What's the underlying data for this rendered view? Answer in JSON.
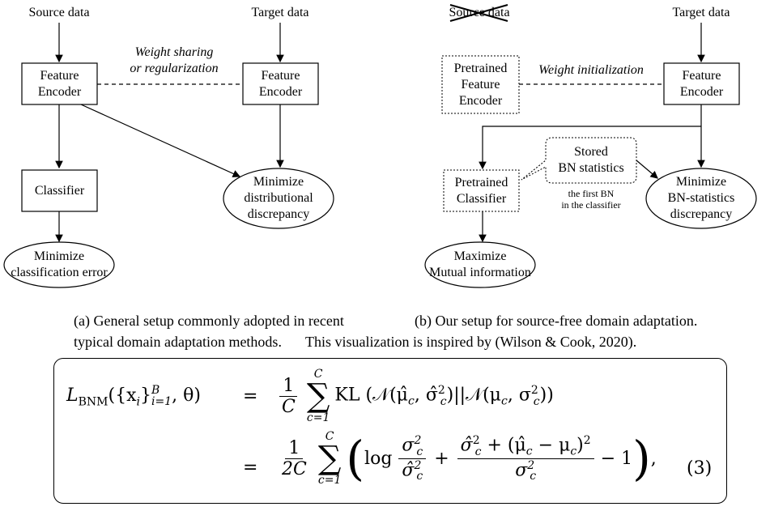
{
  "left_diagram": {
    "source_data": "Source data",
    "target_data": "Target data",
    "weight_sharing_line1": "Weight sharing",
    "weight_sharing_line2": "or regularization",
    "encoder_src_line1": "Feature",
    "encoder_src_line2": "Encoder",
    "encoder_tgt_line1": "Feature",
    "encoder_tgt_line2": "Encoder",
    "classifier": "Classifier",
    "min_disc_line1": "Minimize",
    "min_disc_line2": "distributional",
    "min_disc_line3": "discrepancy",
    "min_cls_line1": "Minimize",
    "min_cls_line2": "classification error"
  },
  "right_diagram": {
    "source_data_crossed": "Source data",
    "target_data": "Target data",
    "pre_enc_line1": "Pretrained",
    "pre_enc_line2": "Feature",
    "pre_enc_line3": "Encoder",
    "weight_init": "Weight initialization",
    "enc_line1": "Feature",
    "enc_line2": "Encoder",
    "stored_line1": "Stored",
    "stored_line2": "BN statistics",
    "first_bn_line1": "the first BN",
    "first_bn_line2": "in the classifier",
    "pre_cls_line1": "Pretrained",
    "pre_cls_line2": "Classifier",
    "min_bn_line1": "Minimize",
    "min_bn_line2": "BN-statistics",
    "min_bn_line3": "discrepancy",
    "max_mi_line1": "Maximize",
    "max_mi_line2": "Mutual information"
  },
  "captions": {
    "a_line1": "(a)  General setup commonly adopted in recent",
    "a_line2": "typical domain adaptation methods.",
    "b_line1": "(b)  Our setup for source-free domain adaptation.",
    "b_line2": "This visualization is inspired by (Wilson & Cook, 2020)."
  },
  "equation": {
    "lhs": "L",
    "lhs_sub": "BNM",
    "lhs_args": "({x",
    "lhs_args_sub": "i",
    "lhs_args_close": "}",
    "lhs_range_sup": "B",
    "lhs_range_sub": "i=1",
    "lhs_theta": ", θ)",
    "eq": "=",
    "line1_frac_num": "1",
    "line1_frac_den": "C",
    "sum_top": "C",
    "sum_bottom": "c=1",
    "line1_body": "KL (𝒩(μ̂",
    "line1_body2": ", σ̂",
    "line1_body3": ")||𝒩(μ",
    "line1_body4": ", σ",
    "line1_body5": "))",
    "line2_frac_num": "1",
    "line2_frac_den": "2C",
    "log_text": "log",
    "log_frac_num": "σ",
    "log_frac_den": "σ̂",
    "plus": "+",
    "big_frac_num": "σ̂",
    "big_frac_num2": " + (μ̂",
    "big_frac_num3": " − μ",
    "big_frac_num4": ")",
    "big_frac_den": "σ",
    "minus_one": "− 1",
    "trailing": ",",
    "sq": "2",
    "sub_c": "c",
    "eq_number": "(3)"
  }
}
